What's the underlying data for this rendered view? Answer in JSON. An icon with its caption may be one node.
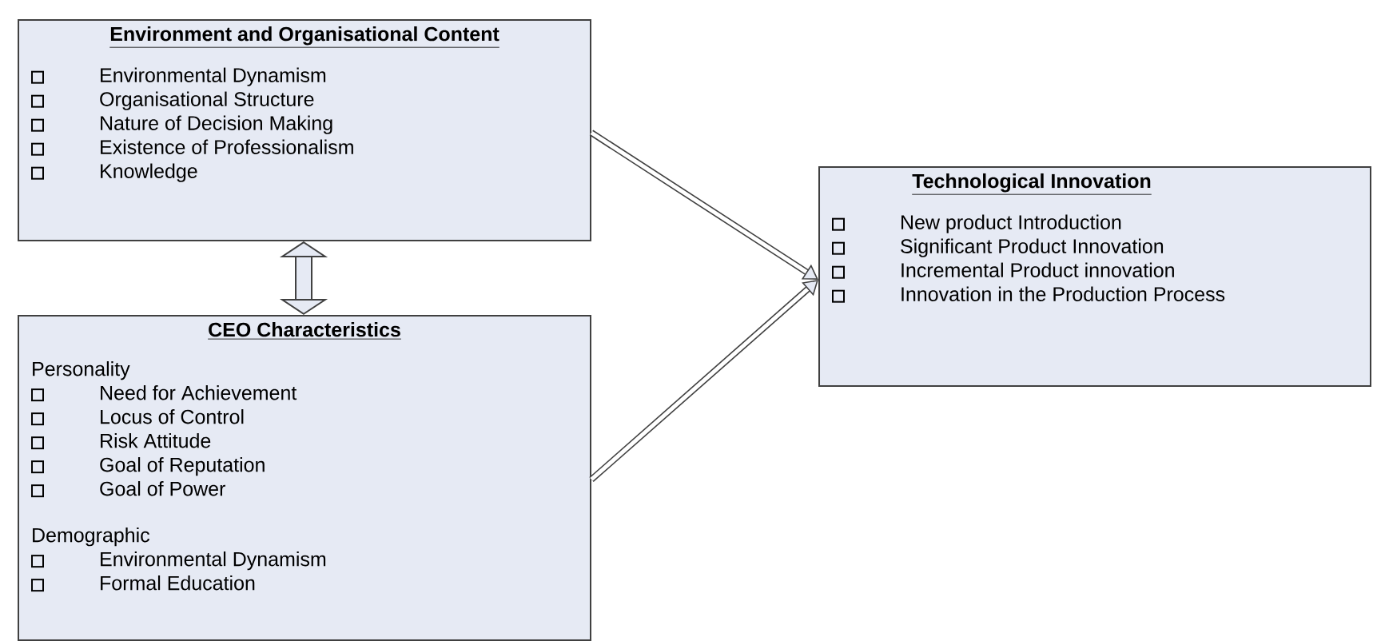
{
  "diagram": {
    "nodes": [
      {
        "text": [
          "Environment and Organisational Content",
          "Environmental Dynamism",
          "Organisational Structure",
          "Nature of Decision Making",
          "Existence of Professionalism",
          "Knowledge"
        ]
      },
      {
        "text": [
          "CEO Characteristics",
          "Personality",
          "Need for Achievement",
          "Locus of Control",
          "Risk Attitude",
          "Goal of Reputation",
          "Goal of Power",
          "Demographic",
          "Environmental Dynamism",
          "Formal Education"
        ]
      },
      {
        "text": [
          "Technological Innovation",
          "New product Introduction",
          "Significant Product Innovation",
          "Incremental Product innovation",
          "Innovation in the Production Process"
        ]
      }
    ],
    "edges": [
      {
        "from": 0,
        "to": 2,
        "arrow": "to"
      },
      {
        "from": 1,
        "to": 2,
        "arrow": "to"
      },
      {
        "from": 0,
        "to": 1,
        "arrow": "both",
        "style": "thick"
      }
    ]
  }
}
